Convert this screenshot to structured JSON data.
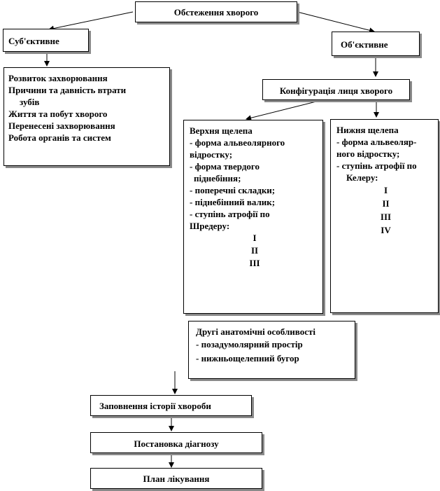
{
  "root": "Обстеження хворого",
  "subjective": {
    "title": "Суб'єктивне",
    "items": [
      "Розвиток захворювання",
      "Причини та давність втрати",
      "зубів",
      "Життя та побут хворого",
      "Перенесені захворювання",
      "Робота органів та систем"
    ]
  },
  "objective": {
    "title": "Об'єктивне",
    "face": "Конфігурація лиця хворого",
    "upper_jaw": {
      "title": "Верхня щелепа",
      "lines": [
        "- форма альвеолярного",
        "відростку;",
        "- форма твердого",
        "піднебіння;",
        "- поперечні складки;",
        "- піднебінний валик;",
        "- ступінь атрофії по",
        "Шредеру:"
      ],
      "grades": [
        "I",
        "II",
        "III"
      ]
    },
    "lower_jaw": {
      "title": "Нижня щелепа",
      "lines": [
        "- форма альвеоляр-",
        "ного відростку;",
        "- ступінь атрофії по",
        "Келеру:"
      ],
      "grades": [
        "I",
        "II",
        "III",
        "IV"
      ]
    },
    "other": {
      "title": "Другі анатомічні особливості",
      "items": [
        "- позадумолярний простір",
        "- нижньощелепний бугор"
      ]
    }
  },
  "steps": [
    "Заповнення історії хвороби",
    "Постановка діагнозу",
    "План лікування"
  ]
}
